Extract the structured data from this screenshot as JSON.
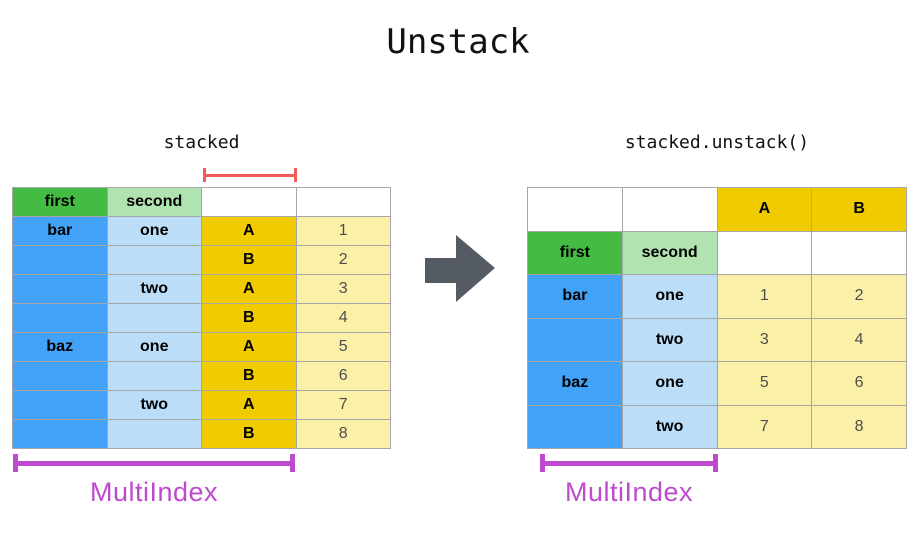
{
  "title": "Unstack",
  "colors": {
    "green": "#44BC44",
    "lightgreen": "#B0E3B0",
    "blue": "#42A2F8",
    "lightblue": "#BBDDF8",
    "gold": "#F0CB00",
    "lightyellow": "#FAF0A8",
    "magenta": "#BE4ACD",
    "red": "#F25B57",
    "arrow": "#545B62",
    "border": "#A6A6A6"
  },
  "left_panel": {
    "code_label": "stacked",
    "multiindex_label": "MultiIndex",
    "table_rows": [
      [
        {
          "t": "first",
          "bg": "green",
          "b": true
        },
        {
          "t": "second",
          "bg": "lightgreen",
          "b": true
        },
        {
          "t": "",
          "bg": "white"
        },
        {
          "t": "",
          "bg": "white"
        }
      ],
      [
        {
          "t": "bar",
          "bg": "blue",
          "b": true
        },
        {
          "t": "one",
          "bg": "lightblue",
          "b": true
        },
        {
          "t": "A",
          "bg": "gold",
          "b": true
        },
        {
          "t": "1",
          "bg": "lightyellow"
        }
      ],
      [
        {
          "t": "",
          "bg": "blue"
        },
        {
          "t": "",
          "bg": "lightblue"
        },
        {
          "t": "B",
          "bg": "gold",
          "b": true
        },
        {
          "t": "2",
          "bg": "lightyellow"
        }
      ],
      [
        {
          "t": "",
          "bg": "blue"
        },
        {
          "t": "two",
          "bg": "lightblue",
          "b": true
        },
        {
          "t": "A",
          "bg": "gold",
          "b": true
        },
        {
          "t": "3",
          "bg": "lightyellow"
        }
      ],
      [
        {
          "t": "",
          "bg": "blue"
        },
        {
          "t": "",
          "bg": "lightblue"
        },
        {
          "t": "B",
          "bg": "gold",
          "b": true
        },
        {
          "t": "4",
          "bg": "lightyellow"
        }
      ],
      [
        {
          "t": "baz",
          "bg": "blue",
          "b": true
        },
        {
          "t": "one",
          "bg": "lightblue",
          "b": true
        },
        {
          "t": "A",
          "bg": "gold",
          "b": true
        },
        {
          "t": "5",
          "bg": "lightyellow"
        }
      ],
      [
        {
          "t": "",
          "bg": "blue"
        },
        {
          "t": "",
          "bg": "lightblue"
        },
        {
          "t": "B",
          "bg": "gold",
          "b": true
        },
        {
          "t": "6",
          "bg": "lightyellow"
        }
      ],
      [
        {
          "t": "",
          "bg": "blue"
        },
        {
          "t": "two",
          "bg": "lightblue",
          "b": true
        },
        {
          "t": "A",
          "bg": "gold",
          "b": true
        },
        {
          "t": "7",
          "bg": "lightyellow"
        }
      ],
      [
        {
          "t": "",
          "bg": "blue"
        },
        {
          "t": "",
          "bg": "lightblue"
        },
        {
          "t": "B",
          "bg": "gold",
          "b": true
        },
        {
          "t": "8",
          "bg": "lightyellow"
        }
      ]
    ]
  },
  "right_panel": {
    "code_label": "stacked.unstack()",
    "multiindex_label": "MultiIndex",
    "table_rows": [
      [
        {
          "t": "",
          "bg": "white"
        },
        {
          "t": "",
          "bg": "white"
        },
        {
          "t": "A",
          "bg": "gold",
          "b": true
        },
        {
          "t": "B",
          "bg": "gold",
          "b": true
        }
      ],
      [
        {
          "t": "first",
          "bg": "green",
          "b": true
        },
        {
          "t": "second",
          "bg": "lightgreen",
          "b": true
        },
        {
          "t": "",
          "bg": "white"
        },
        {
          "t": "",
          "bg": "white"
        }
      ],
      [
        {
          "t": "bar",
          "bg": "blue",
          "b": true
        },
        {
          "t": "one",
          "bg": "lightblue",
          "b": true
        },
        {
          "t": "1",
          "bg": "lightyellow"
        },
        {
          "t": "2",
          "bg": "lightyellow"
        }
      ],
      [
        {
          "t": "",
          "bg": "blue"
        },
        {
          "t": "two",
          "bg": "lightblue",
          "b": true
        },
        {
          "t": "3",
          "bg": "lightyellow"
        },
        {
          "t": "4",
          "bg": "lightyellow"
        }
      ],
      [
        {
          "t": "baz",
          "bg": "blue",
          "b": true
        },
        {
          "t": "one",
          "bg": "lightblue",
          "b": true
        },
        {
          "t": "5",
          "bg": "lightyellow"
        },
        {
          "t": "6",
          "bg": "lightyellow"
        }
      ],
      [
        {
          "t": "",
          "bg": "blue"
        },
        {
          "t": "two",
          "bg": "lightblue",
          "b": true
        },
        {
          "t": "7",
          "bg": "lightyellow"
        },
        {
          "t": "8",
          "bg": "lightyellow"
        }
      ]
    ]
  },
  "arrow_icon": "right-arrow"
}
